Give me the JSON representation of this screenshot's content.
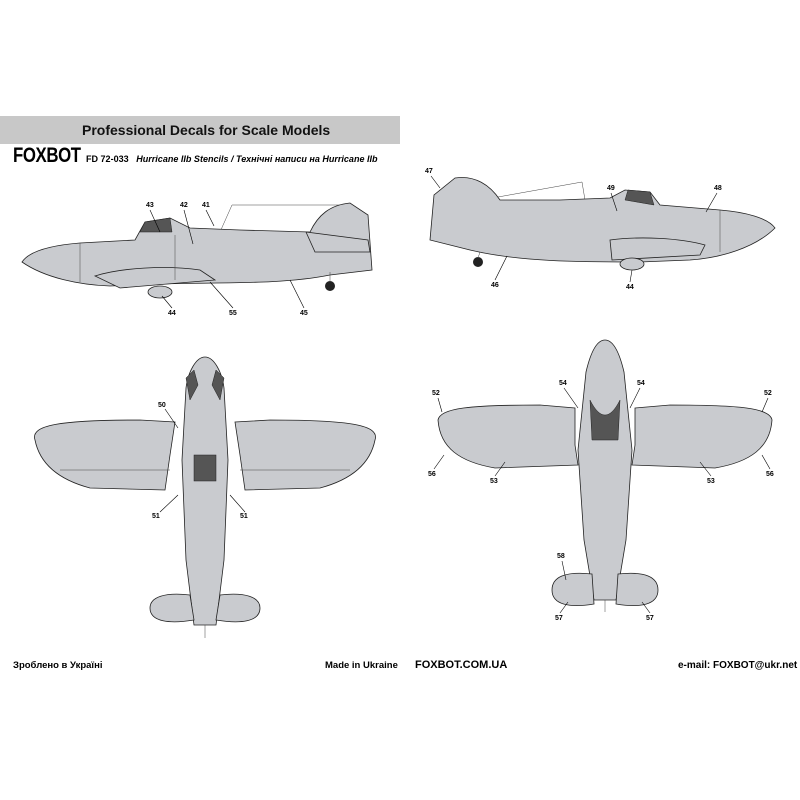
{
  "header": {
    "banner_title": "Professional Decals for Scale Models",
    "logo": "FOXBOT",
    "sheet_code": "FD 72-033",
    "sheet_title": "Hurricane IIb Stencils / Технічні написи на Hurricane IIb"
  },
  "callouts": {
    "left_side": [
      "43",
      "42",
      "41",
      "44",
      "55",
      "45"
    ],
    "right_side": [
      "47",
      "49",
      "48",
      "46",
      "44"
    ],
    "top_view": [
      "50",
      "51",
      "51"
    ],
    "bottom_view": [
      "52",
      "54",
      "54",
      "52",
      "56",
      "53",
      "53",
      "56",
      "58",
      "57",
      "57"
    ]
  },
  "footer": {
    "made_in_ua": "Зроблено в Україні",
    "made_in_en": "Made in Ukraine",
    "website": "FOXBOT.COM.UA",
    "email": "e-mail: FOXBOT@ukr.net"
  },
  "colors": {
    "banner": "#c8c8c8",
    "aircraft": "#c9cbcf"
  }
}
